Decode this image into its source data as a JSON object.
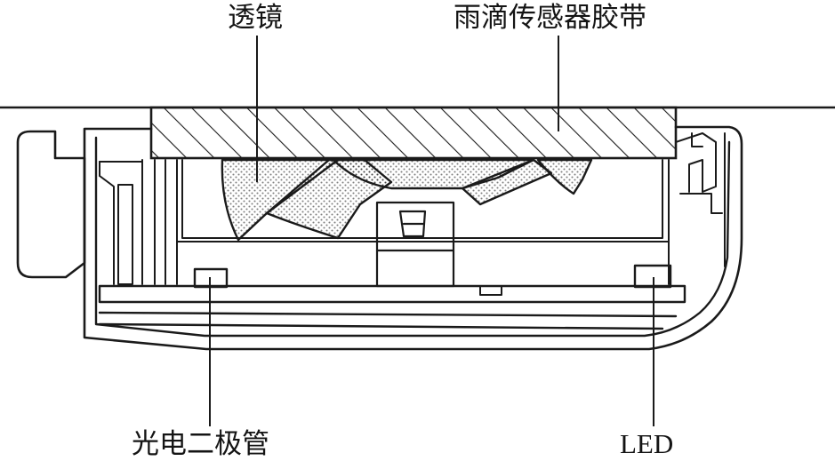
{
  "labels": {
    "lens": "透镜",
    "tape": "雨滴传感器胶带",
    "photodiode": "光电二极管",
    "led": "LED"
  },
  "colors": {
    "line": "#1a1a1a",
    "background": "#ffffff",
    "dots": "#1a1a1a"
  }
}
